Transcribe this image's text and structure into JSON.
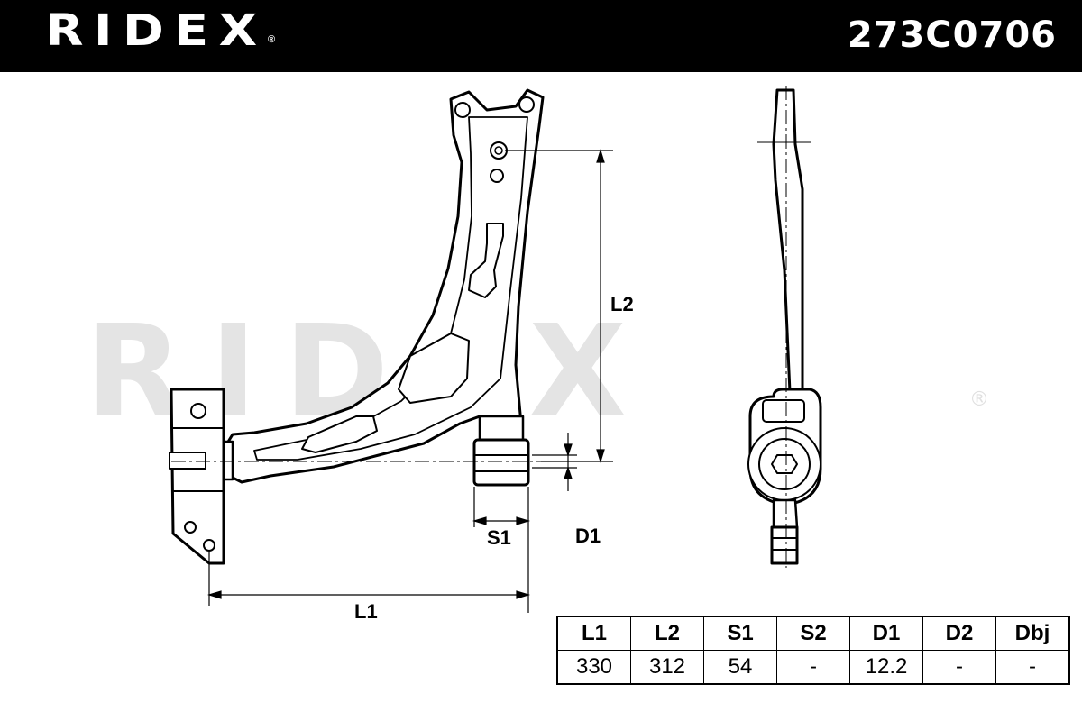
{
  "header": {
    "brand": "RIDEX",
    "brand_mark": "®",
    "part_number": "273C0706"
  },
  "watermark": {
    "text": "RIDEX",
    "mark": "®"
  },
  "dimensions": {
    "l1_label": "L1",
    "l2_label": "L2",
    "s1_label": "S1",
    "d1_label": "D1"
  },
  "spec_table": {
    "headers": [
      "L1",
      "L2",
      "S1",
      "S2",
      "D1",
      "D2",
      "Dbj"
    ],
    "values": [
      "330",
      "312",
      "54",
      "-",
      "12.2",
      "-",
      "-"
    ]
  }
}
